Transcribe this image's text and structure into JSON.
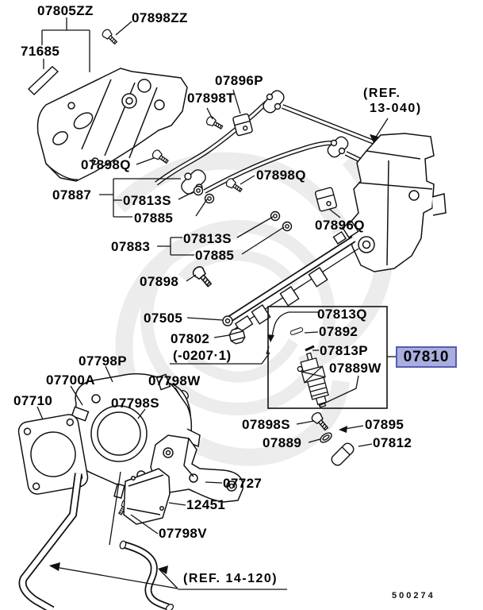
{
  "page": {
    "doc_number": "500274",
    "background": "#ffffff"
  },
  "selected": {
    "part_no": "07810",
    "fill": "#A9AEDE",
    "border": "#565CB0"
  },
  "refs": {
    "engine_l1": "(REF.",
    "engine_l2": "13-040)",
    "hose": "(REF. 14-120)"
  },
  "parts": {
    "p07805zz": "07805ZZ",
    "p07898zz": "07898ZZ",
    "p71685": "71685",
    "p07896p": "07896P",
    "p07898t": "07898T",
    "p07898q_1": "07898Q",
    "p07898q_2": "07898Q",
    "p07887": "07887",
    "p07813s_1": "07813S",
    "p07885_1": "07885",
    "p07883": "07883",
    "p07813s_2": "07813S",
    "p07885_2": "07885",
    "p07896q": "07896Q",
    "p07898": "07898",
    "p07505": "07505",
    "p07802": "07802",
    "p07802_range": "(-0207·1)",
    "p07813q": "07813Q",
    "p07892": "07892",
    "p07813p": "07813P",
    "p07889w": "07889W",
    "p07798p": "07798P",
    "p07700a": "07700A",
    "p07798w": "07798W",
    "p07710": "07710",
    "p07798s": "07798S",
    "p07898s": "07898S",
    "p07895": "07895",
    "p07889": "07889",
    "p07812": "07812",
    "p07727": "07727",
    "p12451": "12451",
    "p07798v": "07798V"
  }
}
